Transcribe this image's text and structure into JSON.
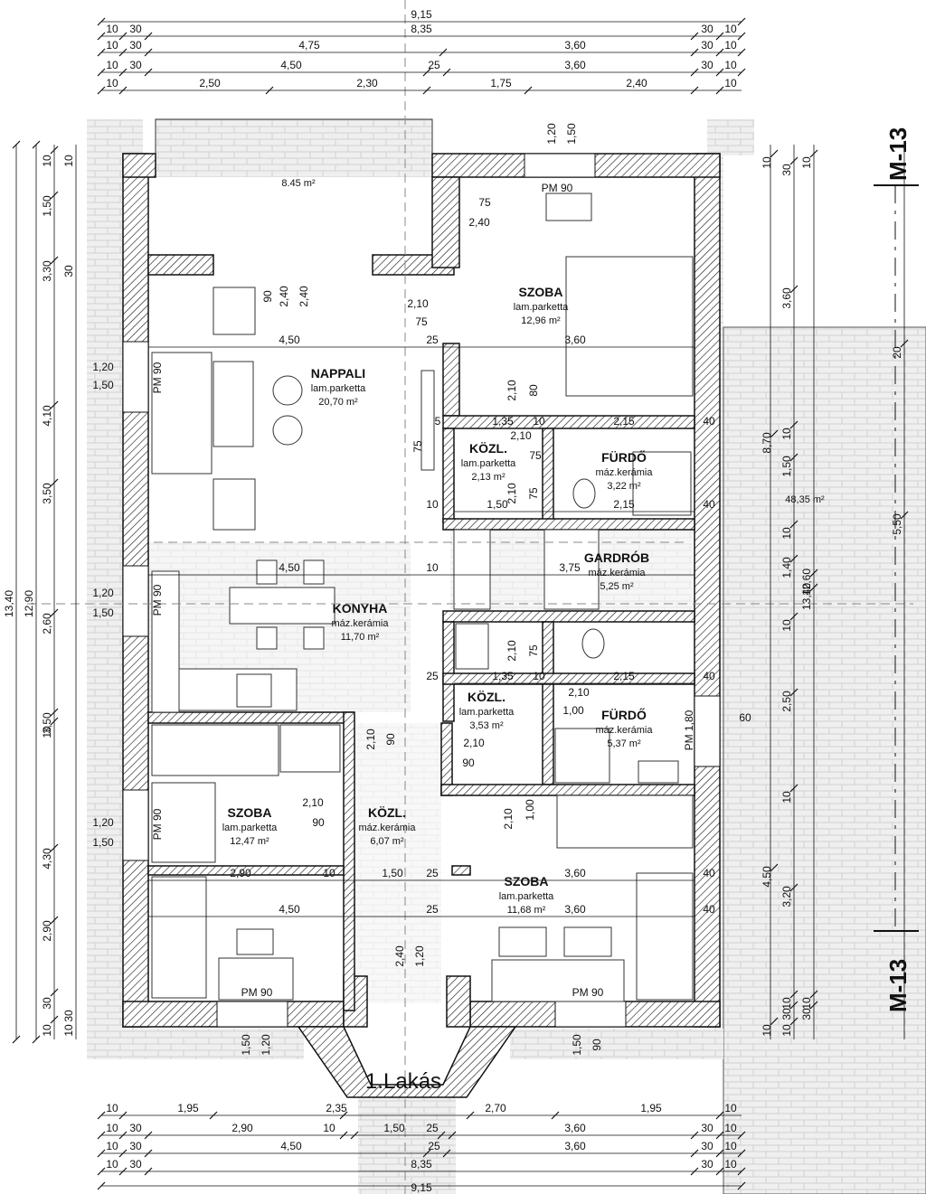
{
  "plan_label": "1.Lakás",
  "section_label": "M-13",
  "top_dims": {
    "row0": [
      "9,15"
    ],
    "row1": [
      "10",
      "30",
      "8,35",
      "30",
      "10"
    ],
    "row2": [
      "10",
      "30",
      "4,75",
      "3,60",
      "30",
      "10"
    ],
    "row3": [
      "10",
      "30",
      "4,50",
      "25",
      "3,60",
      "30",
      "10"
    ],
    "row4": [
      "10",
      "2,50",
      "2,30",
      "1,75",
      "2,40",
      "10"
    ]
  },
  "bottom_dims": {
    "row1": [
      "10",
      "1,95",
      "2,35",
      "2,70",
      "1,95",
      "10"
    ],
    "row2": [
      "10",
      "30",
      "2,90",
      "10",
      "1,50",
      "25",
      "3,60",
      "30",
      "10"
    ],
    "row3": [
      "10",
      "30",
      "4,50",
      "25",
      "3,60",
      "30",
      "10"
    ],
    "row4": [
      "10",
      "30",
      "8,35",
      "30",
      "10"
    ],
    "row5": [
      "9,15"
    ]
  },
  "left_dims": {
    "outer": [
      "13,40"
    ],
    "mid": [
      "12,90"
    ],
    "col3": [
      "10",
      "1,50",
      "3,30",
      "4,10",
      "3,50",
      "2,60",
      "3,50",
      "10",
      "4,30",
      "2,90",
      "30",
      "10"
    ],
    "col4": [
      "10",
      "30",
      "1,20",
      "1,50",
      "1,20",
      "1,50",
      "1,20",
      "1,50",
      "10",
      "30"
    ]
  },
  "right_dims": [
    "10",
    "30",
    "10",
    "3,60",
    "20",
    "8,70",
    "10",
    "1,50",
    "5,50",
    "10",
    "1,40",
    "12,60",
    "13,40",
    "10",
    "2,50",
    "10",
    "4,50",
    "3,20",
    "10",
    "30",
    "10",
    "10",
    "10",
    "30"
  ],
  "rooms": [
    {
      "name": "",
      "surface": "",
      "area": "8.45 m²"
    },
    {
      "name": "SZOBA",
      "surface": "lam.parketta",
      "area": "12,96 m²"
    },
    {
      "name": "NAPPALI",
      "surface": "lam.parketta",
      "area": "20,70 m²"
    },
    {
      "name": "KÖZL.",
      "surface": "lam.parketta",
      "area": "2,13 m²"
    },
    {
      "name": "FÜRDŐ",
      "surface": "máz.kerámia",
      "area": "3,22 m²"
    },
    {
      "name": "GARDRÓB",
      "surface": "máz.kerámia",
      "area": "5,25 m²"
    },
    {
      "name": "KONYHA",
      "surface": "máz.kerámia",
      "area": "11,70 m²"
    },
    {
      "name": "KÖZL.",
      "surface": "lam.parketta",
      "area": "3,53 m²"
    },
    {
      "name": "FÜRDŐ",
      "surface": "máz.kerámia",
      "area": "5,37 m²"
    },
    {
      "name": "SZOBA",
      "surface": "lam.parketta",
      "area": "12,47 m²"
    },
    {
      "name": "KÖZL.",
      "surface": "máz.kerámia",
      "area": "6,07 m²"
    },
    {
      "name": "SZOBA",
      "surface": "lam.parketta",
      "area": "11,68 m²"
    },
    {
      "name": "",
      "surface": "",
      "area": "48,35 m²"
    }
  ],
  "windows": [
    "PM 90",
    "PM 90",
    "PM 90",
    "PM 90",
    "PM 90",
    "PM 90",
    "PM 1,80"
  ],
  "openings": [
    "1,20",
    "1,50",
    "75",
    "2,40",
    "2,40",
    "2,40",
    "90",
    "2,10",
    "75",
    "2,10",
    "80",
    "75",
    "2,10",
    "75",
    "2,10",
    "75",
    "2,10",
    "75",
    "2,10",
    "1,00",
    "2,10",
    "90",
    "2,10",
    "90",
    "2,10",
    "90",
    "2,10",
    "1,00",
    "2,40",
    "1,20",
    "1,50",
    "1,20",
    "1,50",
    "90",
    "60"
  ],
  "interior_dims": [
    "4,50",
    "3,60",
    "25",
    "1,35",
    "10",
    "2,15",
    "40",
    "5",
    "10",
    "1,50",
    "2,15",
    "40",
    "4,50",
    "10",
    "3,75",
    "25",
    "1,35",
    "10",
    "2,15",
    "40",
    "2,90",
    "10",
    "1,50",
    "25",
    "3,60",
    "40",
    "4,50",
    "25",
    "3,60",
    "40"
  ]
}
